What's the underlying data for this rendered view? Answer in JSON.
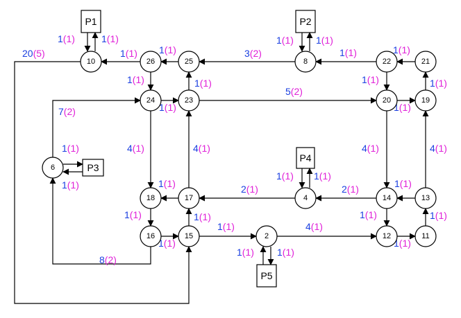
{
  "colors": {
    "weight": "#1a3fe0",
    "parenthetical": "#e020d8",
    "stroke": "#000000"
  },
  "nodes": [
    "10",
    "26",
    "25",
    "8",
    "22",
    "21",
    "24",
    "23",
    "20",
    "19",
    "6",
    "18",
    "17",
    "4",
    "14",
    "13",
    "16",
    "15",
    "2",
    "12",
    "11"
  ],
  "ports": [
    "P1",
    "P2",
    "P3",
    "P4",
    "P5"
  ],
  "edge_labels": [
    {
      "id": "p1-10",
      "a": "1",
      "b": "(1)"
    },
    {
      "id": "10-p1",
      "a": "1",
      "b": "(1)"
    },
    {
      "id": "p2-8",
      "a": "1",
      "b": "(1)"
    },
    {
      "id": "8-p2",
      "a": "1",
      "b": "(1)"
    },
    {
      "id": "10-15",
      "a": "20",
      "b": "(5)"
    },
    {
      "id": "26-10",
      "a": "1",
      "b": "(1)"
    },
    {
      "id": "25-26",
      "a": "1",
      "b": "(1)"
    },
    {
      "id": "8-25",
      "a": "3",
      "b": "(2)"
    },
    {
      "id": "22-8",
      "a": "1",
      "b": "(1)"
    },
    {
      "id": "21-22",
      "a": "1",
      "b": "(1)"
    },
    {
      "id": "26-24",
      "a": "1",
      "b": "(1)"
    },
    {
      "id": "23-25",
      "a": "1",
      "b": "(1)"
    },
    {
      "id": "24-23",
      "a": "1",
      "b": "(1)"
    },
    {
      "id": "23-20",
      "a": "5",
      "b": "(2)"
    },
    {
      "id": "22-20",
      "a": "1",
      "b": "(1)"
    },
    {
      "id": "19-21",
      "a": "1",
      "b": "(1)"
    },
    {
      "id": "20-19",
      "a": "1",
      "b": "(1)"
    },
    {
      "id": "6-24",
      "a": "7",
      "b": "(2)"
    },
    {
      "id": "6-p3",
      "a": "1",
      "b": "(1)"
    },
    {
      "id": "p3-6",
      "a": "1",
      "b": "(1)"
    },
    {
      "id": "24-18",
      "a": "4",
      "b": "(1)"
    },
    {
      "id": "17-23",
      "a": "4",
      "b": "(1)"
    },
    {
      "id": "20-14",
      "a": "4",
      "b": "(1)"
    },
    {
      "id": "13-19",
      "a": "4",
      "b": "(1)"
    },
    {
      "id": "p4-4",
      "a": "1",
      "b": "(1)"
    },
    {
      "id": "4-p4",
      "a": "1",
      "b": "(1)"
    },
    {
      "id": "17-18",
      "a": "1",
      "b": "(1)"
    },
    {
      "id": "4-17",
      "a": "2",
      "b": "(1)"
    },
    {
      "id": "14-4",
      "a": "2",
      "b": "(1)"
    },
    {
      "id": "13-14",
      "a": "1",
      "b": "(1)"
    },
    {
      "id": "18-16",
      "a": "1",
      "b": "(1)"
    },
    {
      "id": "15-17",
      "a": "1",
      "b": "(1)"
    },
    {
      "id": "14-12",
      "a": "1",
      "b": "(1)"
    },
    {
      "id": "11-13",
      "a": "1",
      "b": "(1)"
    },
    {
      "id": "16-15",
      "a": "1",
      "b": "(1)"
    },
    {
      "id": "15-2",
      "a": "1",
      "b": "(1)"
    },
    {
      "id": "2-12",
      "a": "4",
      "b": "(1)"
    },
    {
      "id": "12-11",
      "a": "1",
      "b": "(1)"
    },
    {
      "id": "16-6",
      "a": "8",
      "b": "(2)"
    },
    {
      "id": "p5-2",
      "a": "1",
      "b": "(1)"
    },
    {
      "id": "2-p5",
      "a": "1",
      "b": "(1)"
    }
  ]
}
